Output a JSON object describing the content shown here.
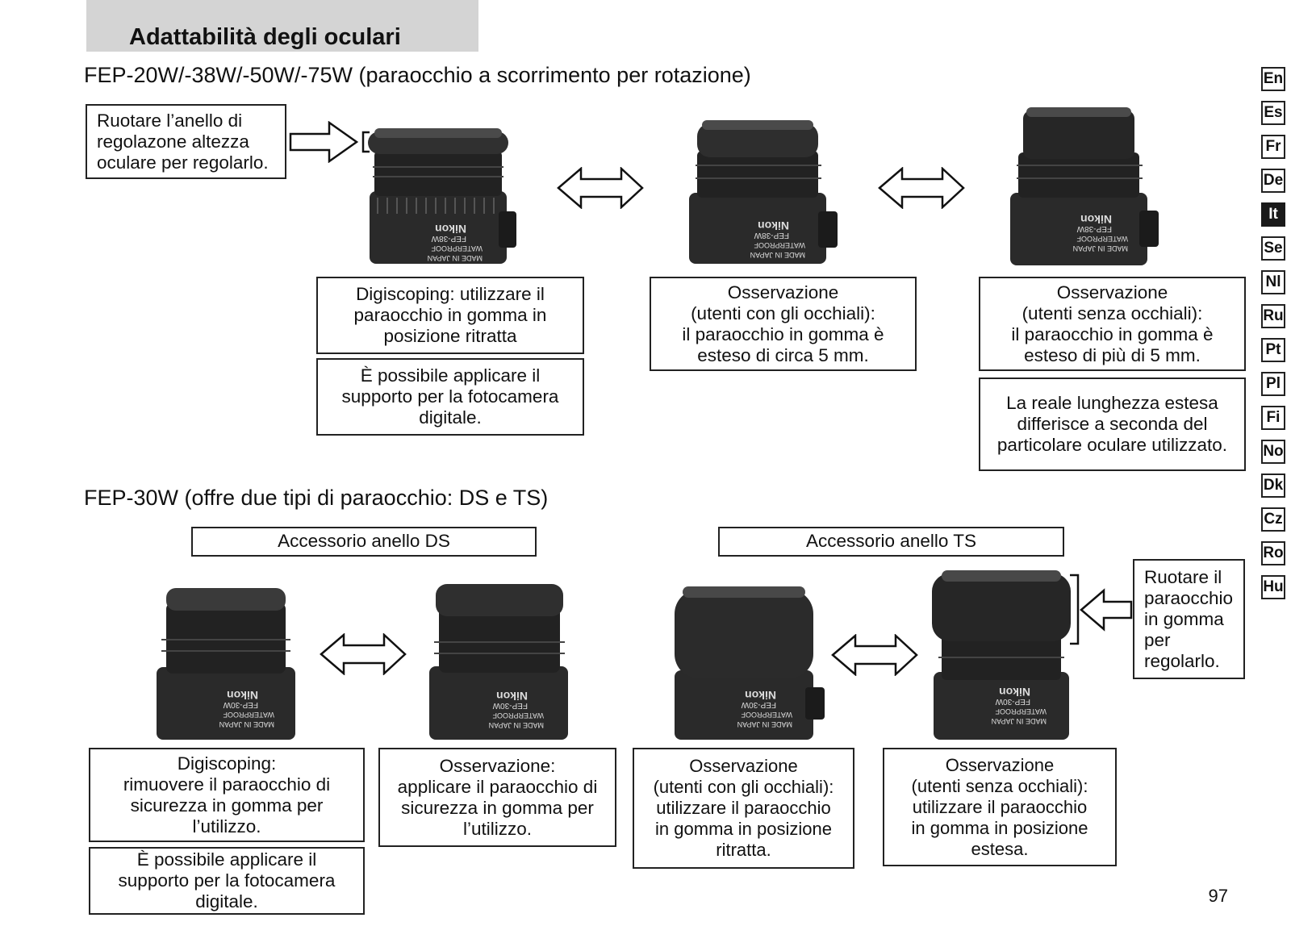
{
  "header": {
    "title": "Adattabilità degli oculari"
  },
  "section1": {
    "title": "FEP-20W/-38W/-50W/-75W (paraocchio a scorrimento per rotazione)",
    "instruction": "Ruotare l’anello di\nregolazone altezza\noculare per regolarlo.",
    "panels": [
      {
        "caption": "Digiscoping: utilizzare il\nparaocchio in gomma in\nposizione ritratta",
        "note": "È possibile applicare il\nsupporto per la fotocamera\ndigitale."
      },
      {
        "caption": "Osservazione\n(utenti con gli occhiali):\nil paraocchio in gomma è\nesteso di circa 5 mm."
      },
      {
        "caption": "Osservazione\n(utenti senza occhiali):\nil paraocchio in gomma è\nesteso di più di 5 mm.",
        "note": "La reale lunghezza estesa\ndifferisce a seconda del\nparticolare oculare utilizzato."
      }
    ]
  },
  "section2": {
    "title": "FEP-30W (offre due tipi di paraocchio: DS e TS)",
    "ds_label": "Accessorio anello DS",
    "ts_label": "Accessorio anello TS",
    "instruction": "Ruotare il\nparaocchio\nin gomma\nper\nregolarlo.",
    "panels": [
      {
        "caption": "Digiscoping:\nrimuovere il paraocchio di\nsicurezza in gomma per\nl’utilizzo.",
        "note": "È possibile applicare il\nsupporto per la fotocamera\ndigitale."
      },
      {
        "caption": "Osservazione:\napplicare il paraocchio di\nsicurezza in gomma per\nl’utilizzo."
      },
      {
        "caption": "Osservazione\n(utenti con gli occhiali):\nutilizzare il paraocchio\nin gomma in posizione\nritratta."
      },
      {
        "caption": "Osservazione\n(utenti senza occhiali):\nutilizzare il paraocchio\nin gomma in posizione\nestesa."
      }
    ]
  },
  "product_labels": {
    "brand": "Nikon",
    "model_38": "FEP-38W",
    "model_30": "FEP-30W",
    "waterproof": "WATERPROOF",
    "made_in": "MADE IN JAPAN"
  },
  "languages": [
    {
      "code": "En",
      "active": false
    },
    {
      "code": "Es",
      "active": false
    },
    {
      "code": "Fr",
      "active": false
    },
    {
      "code": "De",
      "active": false
    },
    {
      "code": "It",
      "active": true
    },
    {
      "code": "Se",
      "active": false
    },
    {
      "code": "Nl",
      "active": false
    },
    {
      "code": "Ru",
      "active": false
    },
    {
      "code": "Pt",
      "active": false
    },
    {
      "code": "Pl",
      "active": false
    },
    {
      "code": "Fi",
      "active": false
    },
    {
      "code": "No",
      "active": false
    },
    {
      "code": "Dk",
      "active": false
    },
    {
      "code": "Cz",
      "active": false
    },
    {
      "code": "Ro",
      "active": false
    },
    {
      "code": "Hu",
      "active": false
    }
  ],
  "page_number": "97"
}
